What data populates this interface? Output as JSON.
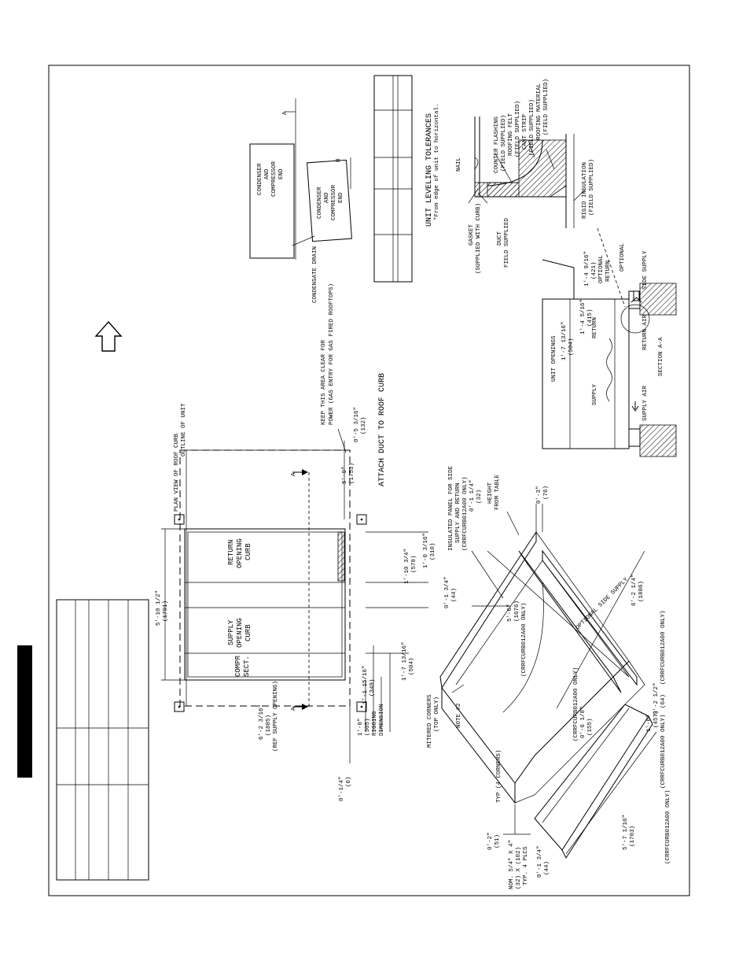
{
  "sheet": {
    "side_tab_color": "#000000"
  },
  "plan_view": {
    "outline_of_unit": "OUTLINE OF UNIT",
    "plan_view_of_roof_curb": "PLAN VIEW OF ROOF CURB",
    "keep_clear_line1": "KEEP THIS AREA CLEAR FOR",
    "keep_clear_line2": "POWER (GAS ENTRY FOR GAS FIRED ROOFTOPS)",
    "compr_sect_1": "COMPR",
    "compr_sect_2": "SECT.",
    "supply_1": "SUPPLY",
    "supply_2": "OPENING",
    "supply_3": "CURB",
    "return_1": "RETURN",
    "return_2": "OPENING",
    "return_3": "CURB",
    "dim_width": "5'-10 1/2\"",
    "dim_width_mm": "(1791)",
    "dim_length": "5'-9\"",
    "dim_length_mm": "(1753)",
    "dim_supply_opening": "6'-2 3/16\"",
    "dim_supply_opening_mm": "(1885)",
    "ref_supply_opening": "(REF SUPPLY OPENING)",
    "dim_quarter": "0'-1/4\"",
    "dim_quarter_mm": "(6)",
    "dim_rig": "1'-0\"",
    "dim_rig_mm": "(305)",
    "rigging_1": "RIGGING",
    "rigging_2": "DIMENSION",
    "dim_1_11": "1'-1 15/16\"",
    "dim_1_11_mm": "(349)",
    "dim_1_7": "1'-7 13/16\"",
    "dim_1_7_mm": "(504)",
    "dim_1_10": "1'-10 3/4\"",
    "dim_1_10_mm": "(578)",
    "dim_1_0": "1'-0 3/16\"",
    "dim_1_0_mm": "(310)",
    "dim_0_5": "0'-5 3/16\"",
    "dim_0_5_mm": "(132)",
    "section_a": "A",
    "attach_duct": "ATTACH DUCT TO ROOF CURB"
  },
  "leveling": {
    "title": "UNIT LEVELING TOLERANCES",
    "subtitle": "*From edge of unit to horizontal.",
    "condenser_1": "CONDENSER",
    "condenser_2": "AND",
    "condenser_3": "COMPRESSOR",
    "condenser_4": "END",
    "condensate_drain": "CONDENSATE DRAIN",
    "label_a": "A",
    "label_b": "B"
  },
  "flashing": {
    "nail": "NAIL",
    "counter_flashing_1": "COUNTER FLASHING",
    "counter_flashing_2": "(FIELD SUPPLIED)",
    "roofing_felt_1": "ROOFING FELT",
    "roofing_felt_2": "(FIELD SUPPLIED)",
    "cant_strip_1": "CANT STRIP",
    "cant_strip_2": "(FIELD SUPPLIED)",
    "roofing_material_1": "ROOFING MATERIAL",
    "roofing_material_2": "(FIELD SUPPLIED)",
    "rigid_insulation_1": "RIGID INSULATION",
    "rigid_insulation_2": "(FIELD SUPPLIED)",
    "gasket_1": "GASKET",
    "gasket_2": "(SUPPLIED WITH CURB)",
    "duct_1": "DUCT",
    "duct_2": "FIELD SUPPLIED"
  },
  "section": {
    "title": "SECTION A-A",
    "unit_openings": "UNIT OPENINGS",
    "supply": "SUPPLY",
    "supply_air": "SUPPLY AIR",
    "return": "RETURN",
    "return_air": "RETURN AIR",
    "optional_return_1": "OPTIONAL",
    "optional_return_2": "RETURN",
    "optional_side_supply_1": "OPTIONAL",
    "optional_side_supply_2": "SIDE SUPPLY",
    "dim_a": "1'-7 13/16\"",
    "dim_a_mm": "(504)",
    "dim_b": "1'-4 5/16\"",
    "dim_b_mm": "(415)",
    "dim_c": "1'-4 9/16\"",
    "dim_c_mm": "(421)"
  },
  "iso_view": {
    "insulated_panel_1": "INSULATED PANEL FOR SIDE",
    "insulated_panel_2": "SUPPLY AND RETURN",
    "insulated_panel_3": "(CRRFCURB012A00 ONLY)",
    "height_1": "HEIGHT",
    "height_2": "FROM TABLE",
    "dim_0_1_quarter": "0'-1 1/4\"",
    "dim_0_1_quarter_mm": "(32)",
    "dim_0_3": "0'-3\"",
    "dim_0_3_mm": "(76)",
    "dim_0_1_34_top": "0'-1 3/4\"",
    "dim_0_1_34_top_mm": "(44)",
    "dim_5_6": "5'-6\"",
    "dim_5_6_mm": "(1676)",
    "dim_6_2": "6'-2 1/4\"",
    "dim_6_2_mm": "(1886)",
    "crrf_only_a": "(CRRFCURB012A00 ONLY)",
    "crrf_only_b": "(CRRFCURB012A00 ONLY)",
    "crrf_only_c": "(CRRFCURB012A00 ONLY)",
    "crrf_only_d": "(CRRFCURB012A00 ONLY)",
    "crrf_only_e": "(CRRFCURB012A00 ONLY)",
    "optional_side_supply": "OPTIONAL SIDE SUPPLY",
    "note_2": "NOTE #2",
    "mitered_1": "MITERED CORNERS",
    "mitered_2": "(TOP ONLY)",
    "typ_4_corners": "TYP (4 CORNERS)",
    "dim_0_2": "0'-2\"",
    "dim_0_2_mm": "(51)",
    "nom_1": "NOM. 5/4\" X 4\"",
    "nom_2": "(32) X (102)",
    "nom_3": "TYP. 4 PLCS",
    "dim_0_1_34_bot": "0'-1 3/4\"",
    "dim_0_1_34_bot_mm": "(44)",
    "dim_5_7": "5'-7 1/16\"",
    "dim_5_7_mm": "(1703)",
    "dim_0_6": "0'-6 1/8\"",
    "dim_0_6_mm": "(155)",
    "dim_1_6": "1'-6\"",
    "dim_1_6_mm": "(457)",
    "dim_0_2_half": "0'-2 1/2\"",
    "dim_0_2_half_mm": "(64)"
  }
}
